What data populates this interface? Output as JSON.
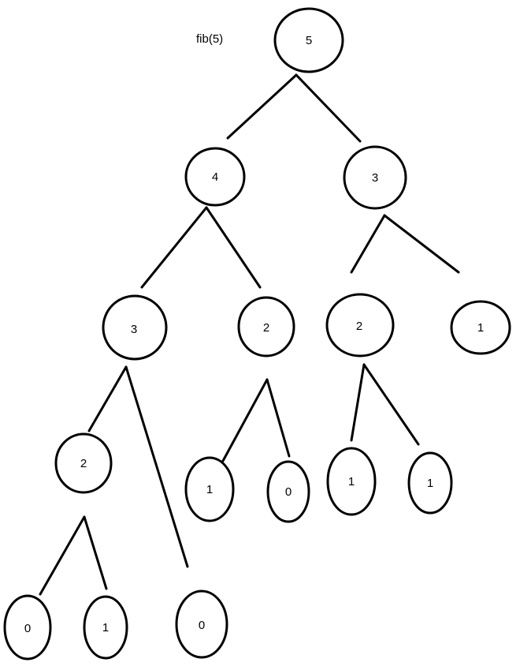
{
  "diagram": {
    "title": "fib(5)",
    "colors": {
      "stroke": "#000000",
      "background": "#ffffff",
      "text": "#000000"
    },
    "nodes": [
      {
        "id": "n5",
        "label": "5"
      },
      {
        "id": "n4",
        "label": "4"
      },
      {
        "id": "n3a",
        "label": "3"
      },
      {
        "id": "n3b",
        "label": "3"
      },
      {
        "id": "n2a",
        "label": "2"
      },
      {
        "id": "n2b",
        "label": "2"
      },
      {
        "id": "n1a",
        "label": "1"
      },
      {
        "id": "n2c",
        "label": "2"
      },
      {
        "id": "n1b",
        "label": "1"
      },
      {
        "id": "n1c",
        "label": "1"
      },
      {
        "id": "n0a",
        "label": "0"
      },
      {
        "id": "n1d",
        "label": "1"
      },
      {
        "id": "n0b",
        "label": "0"
      },
      {
        "id": "n1e",
        "label": "1"
      },
      {
        "id": "n0c",
        "label": "0"
      }
    ]
  }
}
